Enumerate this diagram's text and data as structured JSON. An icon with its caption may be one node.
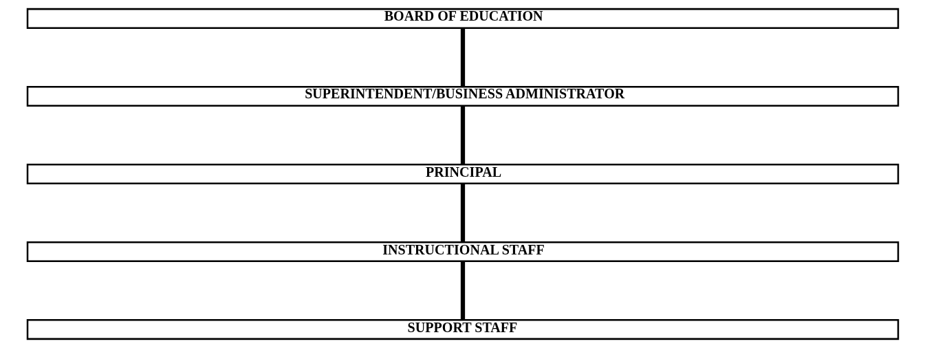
{
  "diagram": {
    "nodes": [
      {
        "text": [
          "BOARD OF EDUCATION"
        ]
      },
      {
        "text": [
          "SUPERINTENDENT/BUSINESS ADMINISTRATOR"
        ]
      },
      {
        "text": [
          "PRINCIPAL"
        ]
      },
      {
        "text": [
          "INSTRUCTIONAL STAFF"
        ]
      },
      {
        "text": [
          "SUPPORT STAFF"
        ]
      }
    ],
    "edges": [
      {
        "from": 0,
        "to": 1,
        "arrow": "none"
      },
      {
        "from": 1,
        "to": 2,
        "arrow": "none"
      },
      {
        "from": 2,
        "to": 3,
        "arrow": "none"
      },
      {
        "from": 3,
        "to": 4,
        "arrow": "none"
      }
    ]
  }
}
